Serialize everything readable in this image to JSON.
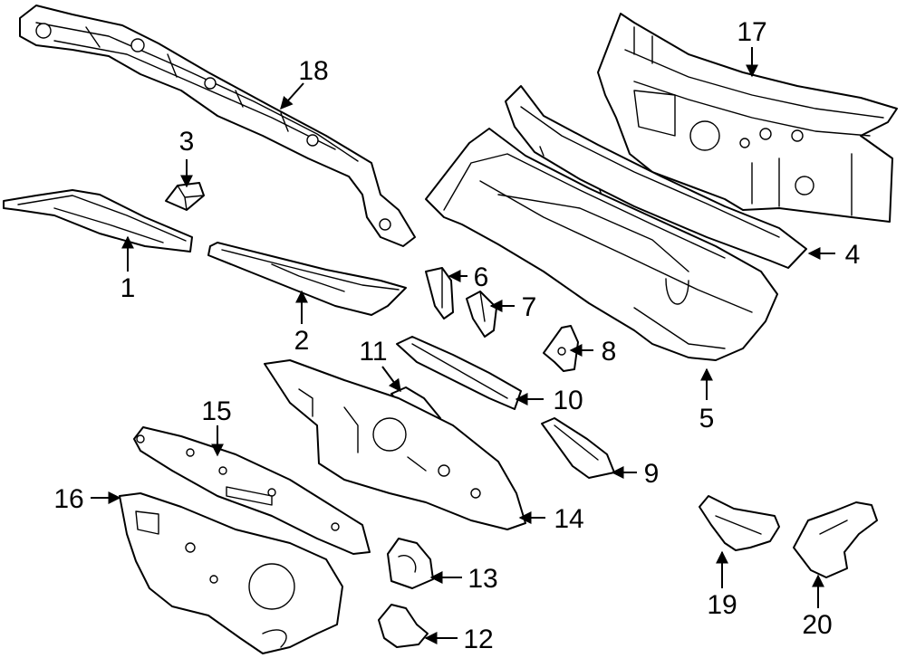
{
  "diagram": {
    "line_color": "#000000",
    "background_color": "#ffffff",
    "callouts": [
      {
        "id": "c1",
        "label": "1"
      },
      {
        "id": "c2",
        "label": "2"
      },
      {
        "id": "c3",
        "label": "3"
      },
      {
        "id": "c4",
        "label": "4"
      },
      {
        "id": "c5",
        "label": "5"
      },
      {
        "id": "c6",
        "label": "6"
      },
      {
        "id": "c7",
        "label": "7"
      },
      {
        "id": "c8",
        "label": "8"
      },
      {
        "id": "c9",
        "label": "9"
      },
      {
        "id": "c10",
        "label": "10"
      },
      {
        "id": "c11",
        "label": "11"
      },
      {
        "id": "c12",
        "label": "12"
      },
      {
        "id": "c13",
        "label": "13"
      },
      {
        "id": "c14",
        "label": "14"
      },
      {
        "id": "c15",
        "label": "15"
      },
      {
        "id": "c16",
        "label": "16"
      },
      {
        "id": "c17",
        "label": "17"
      },
      {
        "id": "c18",
        "label": "18"
      },
      {
        "id": "c19",
        "label": "19"
      },
      {
        "id": "c20",
        "label": "20"
      }
    ]
  }
}
